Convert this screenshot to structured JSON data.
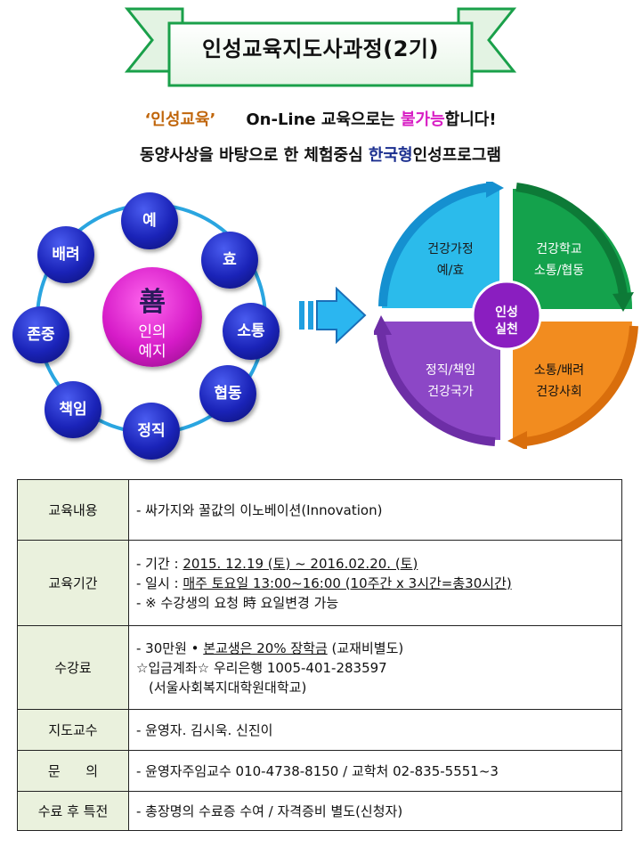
{
  "title": "인성교육지도사과정(2기)",
  "intro": {
    "line1_quote": "‘인성교육’",
    "line1_mid": "On-Line 교육으로는 ",
    "line1_highlight": "불가능",
    "line1_end": "합니다!",
    "line2_start": "동양사상을 바탕으로 한 체험중심 ",
    "line2_highlight": "한국형",
    "line2_end": "인성프로그램"
  },
  "virtues": {
    "center_hanja": "善",
    "center_line1": "인의",
    "center_line2": "예지",
    "items": [
      "예",
      "효",
      "소통",
      "협동",
      "정직",
      "책임",
      "존중",
      "배려"
    ]
  },
  "cycle": {
    "center_line1": "인성",
    "center_line2": "실천",
    "q1_line1": "건강가정",
    "q1_line2": "예/효",
    "q2_line1": "건강학교",
    "q2_line2": "소통/협동",
    "q3_line1": "소통/배려",
    "q3_line2": "건강사회",
    "q4_line1": "정직/책임",
    "q4_line2": "건강국가"
  },
  "colors": {
    "banner_green": "#1aa04a",
    "q1": "#29b7ea",
    "q2": "#13a04b",
    "q3": "#f08a1e",
    "q4": "#8a45c4",
    "table_head": "#eaf1dd"
  },
  "table": {
    "r1_head": "교육내용",
    "r1_text": "- 싸가지와 꿀값의 이노베이션(Innovation)",
    "r2_head": "교육기간",
    "r2_l1_prefix": "- 기간 : ",
    "r2_l1_value": "2015. 12.19 (토) ~ 2016.02.20. (토)",
    "r2_l2_prefix": "- 일시 : ",
    "r2_l2_value": "매주 토요일 13:00~16:00 (10주간 x 3시간=총30시간)",
    "r2_l3": "- ※ 수강생의 요청 時 요일변경 가능",
    "r3_head": "수강료",
    "r3_l1_prefix": "- 30만원 • ",
    "r3_l1_value": "본교생은 20% 장학금",
    "r3_l1_suffix": " (교재비별도)",
    "r3_l2": "☆입금계좌☆ 우리은행 1005-401-283597",
    "r3_l3": "(서울사회복지대학원대학교)",
    "r4_head": "지도교수",
    "r4_text": "- 윤영자. 김시욱. 신진이",
    "r5_head": "문      의",
    "r5_text": "- 윤영자주임교수 010-4738-8150 / 교학처 02-835-5551~3",
    "r6_head": "수료 후 특전",
    "r6_text": "- 총장명의 수료증 수여 / 자격증비 별도(신청자)"
  }
}
